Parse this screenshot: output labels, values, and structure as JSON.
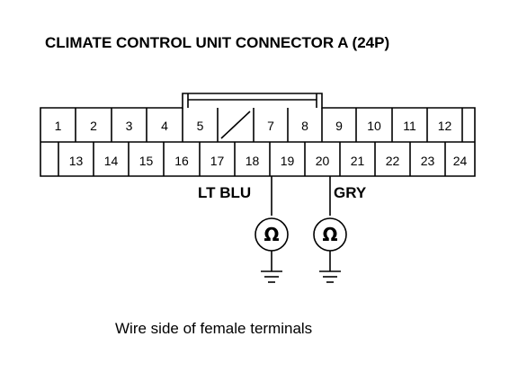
{
  "title": "CLIMATE CONTROL UNIT CONNECTOR A (24P)",
  "connector": {
    "top_row": [
      "1",
      "2",
      "3",
      "4",
      "5",
      "",
      "7",
      "8",
      "9",
      "10",
      "11",
      "12"
    ],
    "bottom_row": [
      "13",
      "14",
      "15",
      "16",
      "17",
      "18",
      "19",
      "20",
      "21",
      "22",
      "23",
      "24"
    ]
  },
  "probes": [
    {
      "terminal": "19",
      "wire_color": "LT BLU",
      "meter_symbol": "Ω",
      "icon": "ohmmeter-icon"
    },
    {
      "terminal": "20",
      "wire_color": "GRY",
      "meter_symbol": "Ω",
      "icon": "ohmmeter-icon"
    }
  ],
  "ground_icon": "ground-icon",
  "caption": "Wire side of female terminals"
}
